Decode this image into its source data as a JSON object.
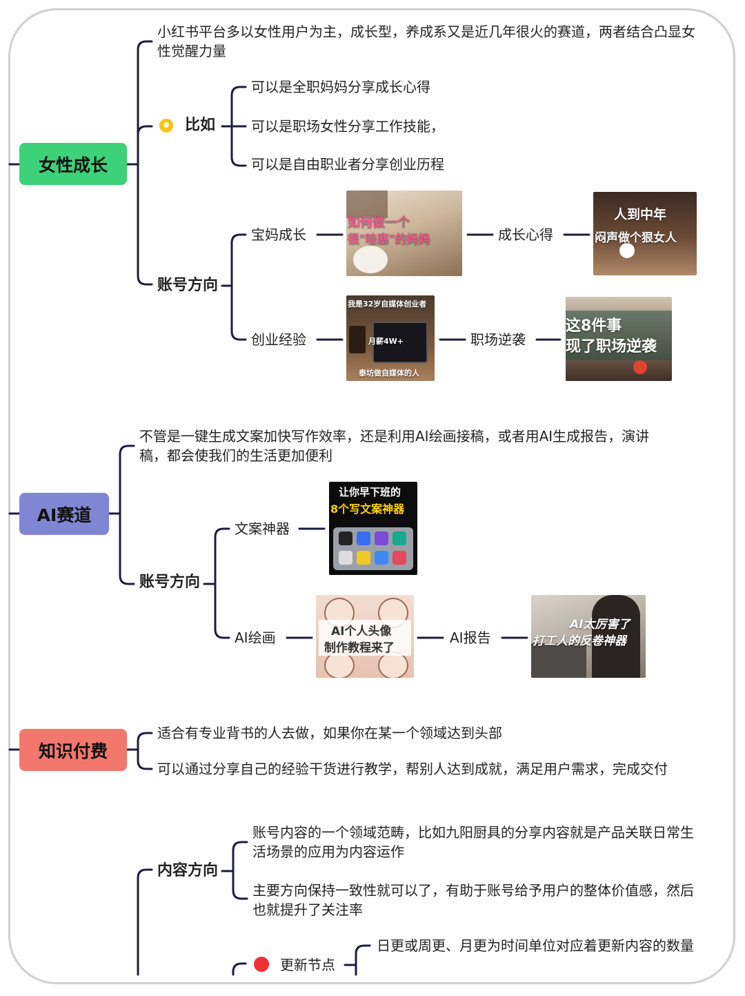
{
  "colors": {
    "female_growth": "#3dd17a",
    "ai_track": "#7f86d4",
    "knowledge_paid": "#f2776c",
    "line": "#1c1c3a"
  },
  "section_female": {
    "root": "女性成长",
    "intro": "小红书平台多以女性用户为主，成长型，养成系又是近几年很火的赛道，两者结合凸显女性觉醒力量",
    "example_label": "比如",
    "examples": [
      "可以是全职妈妈分享成长心得",
      "可以是职场女性分享工作技能，",
      "可以是自由职业者分享创业历程"
    ],
    "account_label": "账号方向",
    "branch1": {
      "label": "宝妈成长",
      "next": "成长心得",
      "img1_text": [
        "如何做一个",
        "很\"哇塞\"的妈妈"
      ],
      "img2_text": [
        "人到中年",
        "闷声做个狠女人"
      ]
    },
    "branch2": {
      "label": "创业经验",
      "next": "职场逆袭",
      "img1_text": [
        "我是32岁自媒体创业者",
        "月薪4W+",
        "泰坊做自媒体的人"
      ],
      "img2_text": [
        "这8件事",
        "现了职场逆袭"
      ]
    }
  },
  "section_ai": {
    "root": "AI赛道",
    "intro": "不管是一键生成文案加快写作效率，还是利用AI绘画接稿，或者用AI生成报告，演讲稿，都会使我们的生活更加便利",
    "account_label": "账号方向",
    "branch1": {
      "label": "文案神器",
      "img_text": [
        "让你早下班的",
        "8个写文案神器"
      ]
    },
    "branch2": {
      "label": "AI绘画",
      "next": "AI报告",
      "img1_text": [
        "AI个人头像",
        "制作教程来了"
      ],
      "img2_text": [
        "AI太厉害了",
        "打工人的反卷神器"
      ]
    }
  },
  "section_knowledge": {
    "root": "知识付费",
    "items": [
      "适合有专业背书的人去做，如果你在某一个领域达到头部",
      "可以通过分享自己的经验干货进行教学，帮别人达到成就，满足用户需求，完成交付"
    ]
  },
  "section_content": {
    "label": "内容方向",
    "items": [
      "账号内容的一个领域范畴，比如九阳厨具的分享内容就是产品关联日常生活场景的应用为内容运作",
      "主要方向保持一致性就可以了，有助于账号给予用户的整体价值感，然后也就提升了关注率"
    ],
    "update_label": "更新节点",
    "update_item": "日更或周更、月更为时间单位对应着更新内容的数量"
  }
}
